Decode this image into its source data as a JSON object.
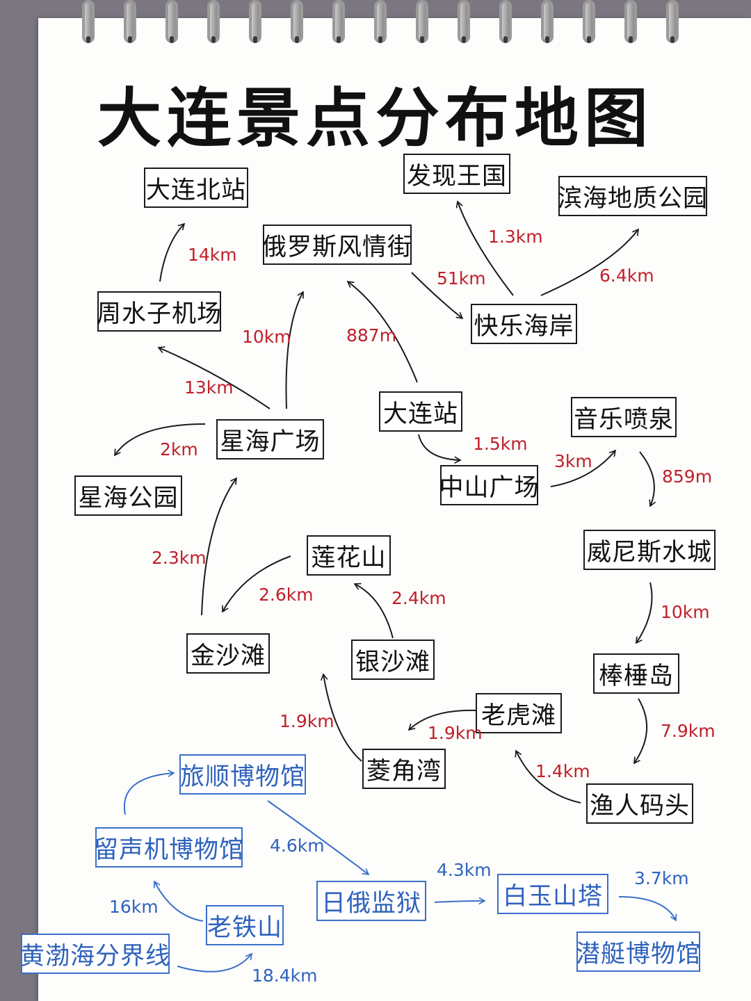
{
  "title": "大连景点分布地图",
  "colors": {
    "black": "#1a1a1a",
    "red": "#c0202a",
    "blue": "#2f62bd"
  },
  "places": {
    "dalian_north": "大连北站",
    "discoveryland": "发现王国",
    "geopark": "滨海地质公园",
    "russian_street": "俄罗斯风情街",
    "zhoushuizi": "周水子机场",
    "happy_coast": "快乐海岸",
    "dalian_station": "大连站",
    "fountain": "音乐喷泉",
    "xinghai_square": "星海广场",
    "zhongshan_square": "中山广场",
    "xinghai_park": "星海公园",
    "venice": "威尼斯水城",
    "lianhua": "莲花山",
    "jinsha": "金沙滩",
    "yinsha": "银沙滩",
    "bangchui": "棒棰岛",
    "laohu": "老虎滩",
    "lingjiao": "菱角湾",
    "fisherman": "渔人码头",
    "lushun_museum": "旅顺博物馆",
    "gramophone": "留声机博物馆",
    "prison": "日俄监狱",
    "baiyu": "白玉山塔",
    "laotie": "老铁山",
    "submarine": "潜艇博物馆",
    "bohai_line": "黄渤海分界线"
  },
  "distances": {
    "d1": "14km",
    "d2": "1.3km",
    "d3": "51km",
    "d4": "6.4km",
    "d5": "10km",
    "d6": "887m",
    "d7": "13km",
    "d8": "2km",
    "d9": "1.5km",
    "d10": "3km",
    "d11": "859m",
    "d12": "2.3km",
    "d13": "2.6km",
    "d14": "2.4km",
    "d15": "10km",
    "d16": "1.9km",
    "d17": "1.9km",
    "d18": "7.9km",
    "d19": "1.4km",
    "d20": "4.6km",
    "d21": "4.3km",
    "d22": "3.7km",
    "d23": "16km",
    "d24": "18.4km"
  }
}
